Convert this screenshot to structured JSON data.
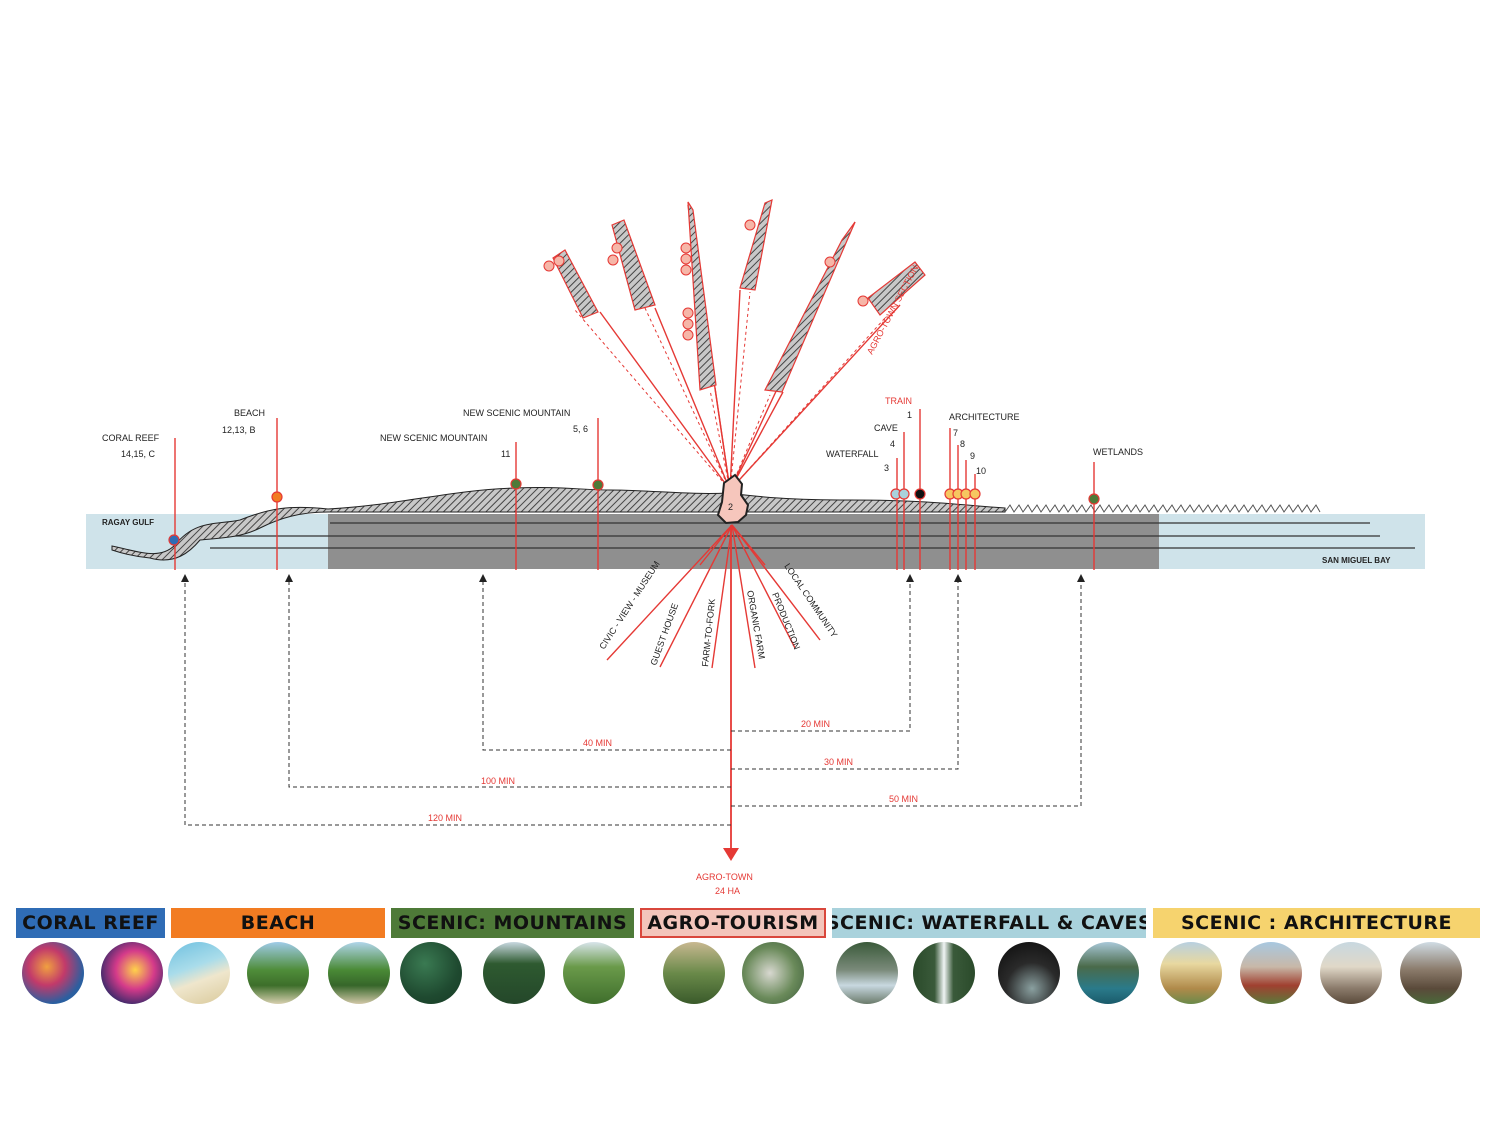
{
  "left_water_label": "RAGAY GULF",
  "right_water_label": "SAN MIGUEL BAY",
  "features": [
    {
      "name": "CORAL REEF",
      "ref": "14,15, C"
    },
    {
      "name": "BEACH",
      "ref": "12,13, B"
    },
    {
      "name": "NEW SCENIC MOUNTAIN",
      "ref": "11"
    },
    {
      "name": "NEW SCENIC MOUNTAIN",
      "ref": "5, 6"
    },
    {
      "name": "WATERFALL",
      "ref": "3"
    },
    {
      "name": "CAVE",
      "ref": "4"
    },
    {
      "name": "TRAIN",
      "ref": "1"
    },
    {
      "name": "ARCHITECTURE",
      "ref": [
        "7",
        "8",
        "9",
        "10"
      ]
    },
    {
      "name": "WETLANDS",
      "ref": ""
    }
  ],
  "town_marker": "2",
  "section_label": "AGRO-TOWN SECTION",
  "programs": [
    "CIVIC - VIEW - MUSEUM",
    "GUEST HOUSE",
    "FARM-TO-FORK",
    "ORGANIC FARM",
    "PRODUCTION",
    "LOCAL COMMUNITY"
  ],
  "travel_times": [
    "20 MIN",
    "40 MIN",
    "30 MIN",
    "100 MIN",
    "50 MIN",
    "120 MIN"
  ],
  "destination": {
    "name": "AGRO-TOWN",
    "area": "24 HA"
  },
  "categories": [
    {
      "label": "CORAL REEF",
      "color": "#2f6cb5",
      "photos": 2
    },
    {
      "label": "BEACH",
      "color": "#f27c22",
      "photos": 3
    },
    {
      "label": "SCENIC: MOUNTAINS",
      "color": "#4e7a38",
      "photos": 3
    },
    {
      "label": "AGRO-TOURISM",
      "color": "#f3c5bb",
      "photos": 2
    },
    {
      "label": "SCENIC: WATERFALL & CAVES",
      "color": "#a9d2dc",
      "photos": 4
    },
    {
      "label": "SCENIC : ARCHITECTURE",
      "color": "#f6d36e",
      "photos": 4
    }
  ],
  "colors": {
    "accent": "#e53935",
    "land": "#8f8f8f",
    "water": "#cfe3ea"
  }
}
